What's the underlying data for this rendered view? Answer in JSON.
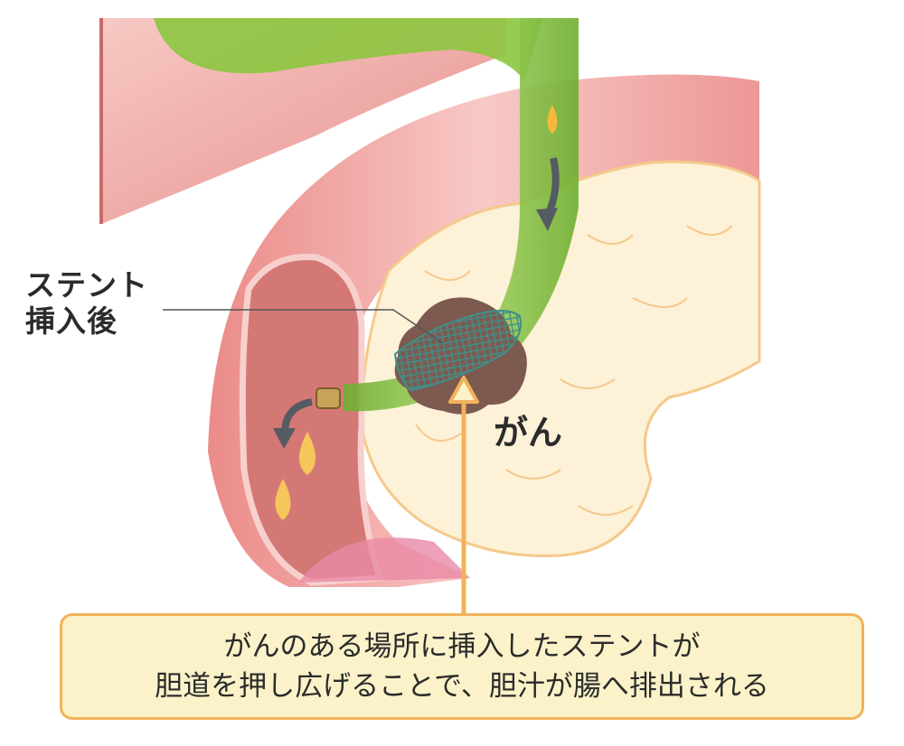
{
  "labels": {
    "stent_line1": "ステント",
    "stent_line2": "挿入後",
    "cancer": "がん"
  },
  "caption": {
    "line1": "がんのある場所に挿入したステントが",
    "line2": "胆道を押し広げることで、胆汁が腸へ排出される"
  },
  "colors": {
    "bile_duct": "#8cc63f",
    "duodenum": "#f2a7a4",
    "pancreas": "#fdf1d8",
    "tumor": "#7d5a4f",
    "stent": "#3f8f8a",
    "arrow": "#555b62",
    "caption_border": "#f2b25a",
    "caption_fill": "#fbf2c9"
  }
}
